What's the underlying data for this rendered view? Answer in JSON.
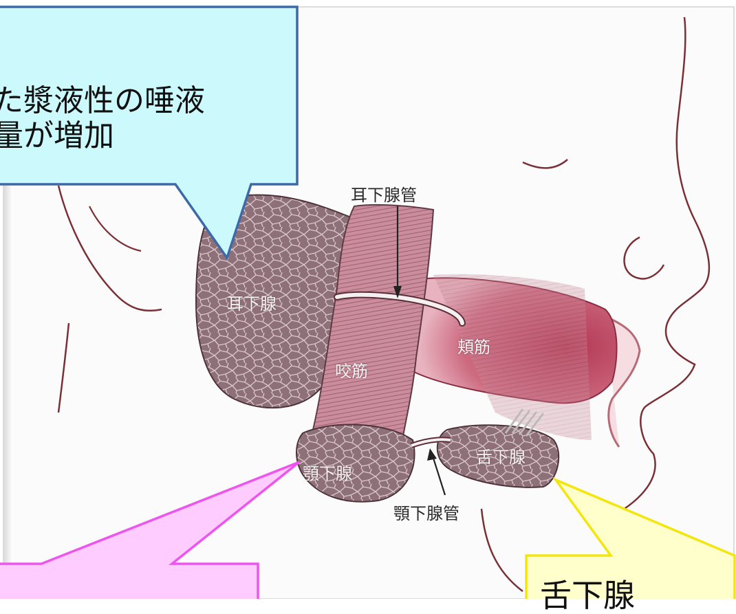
{
  "callouts": {
    "blue": {
      "line1": "た漿液性の唾液",
      "line2": "量が増加"
    },
    "pink": {
      "text": ""
    },
    "yellow": {
      "text": "舌下腺"
    }
  },
  "labels": {
    "parotid_duct": "耳下腺管",
    "parotid_gland": "耳下腺",
    "masseter": "咬筋",
    "buccinator": "頬筋",
    "sublingual_gland": "舌下腺",
    "submandibular_gland": "顎下腺",
    "submandibular_duct": "顎下腺管"
  },
  "colors": {
    "blue_fill": "#ccf9fc",
    "blue_stroke": "#3d69a8",
    "pink_fill": "#ffccff",
    "pink_stroke": "#ee55ee",
    "yellow_fill": "#ffffcc",
    "yellow_stroke": "#f2e60c",
    "gland": "#8e7078",
    "muscle": "#c0566c"
  }
}
